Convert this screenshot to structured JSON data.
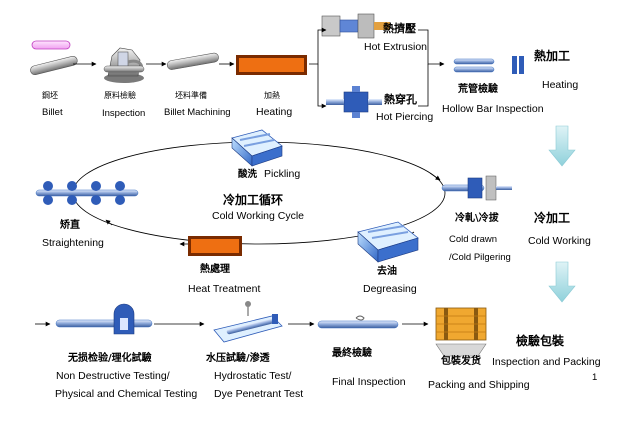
{
  "row1": {
    "billet": {
      "zh": "鋼坯",
      "en": "Billet"
    },
    "inspection": {
      "zh": "原料檢驗",
      "en": "Inspection"
    },
    "machining": {
      "zh": "坯料準備",
      "en": "Billet Machining"
    },
    "heating": {
      "zh": "加熱",
      "en": "Heating"
    },
    "hot_extrusion": {
      "zh": "熱擠壓",
      "en": "Hot Extrusion"
    },
    "hot_piercing": {
      "zh": "熱穿孔",
      "en": "Hot Piercing"
    },
    "hollow_bar_inspection": {
      "zh": "荒管檢驗",
      "en": "Hollow Bar Inspection"
    },
    "stage_heating": {
      "zh": "熱加工",
      "en": "Heating"
    }
  },
  "cycle": {
    "pickling": {
      "zh": "酸洗",
      "en": "Pickling"
    },
    "title": {
      "zh": "冷加工循环",
      "en": "Cold Working Cycle"
    },
    "cold_drawn": {
      "zh": "冷軋\\冷拔",
      "en1": "Cold drawn",
      "en2": "/Cold Pilgering"
    },
    "straightening": {
      "zh": "矫直",
      "en": "Straightening"
    },
    "heat_treatment": {
      "zh": "熱處理",
      "en": "Heat Treatment"
    },
    "degreasing": {
      "zh": "去油",
      "en": "Degreasing"
    },
    "stage_cold": {
      "zh": "冷加工",
      "en": "Cold Working"
    }
  },
  "row3": {
    "ndt": {
      "zh": "无损检验/理化試驗",
      "en1": "Non Destructive Testing/",
      "en2": "Physical and Chemical Testing"
    },
    "hydro": {
      "zh": "水压試驗/渗透",
      "en1": "Hydrostatic Test/",
      "en2": "Dye Penetrant Test"
    },
    "final": {
      "zh": "最終檢驗",
      "en": "Final Inspection"
    },
    "packing": {
      "zh": "包裝发货",
      "en": "Packing and Shipping"
    },
    "stage_inspection": {
      "zh": "檢驗包裝",
      "en": "Inspection and Packing"
    }
  },
  "page_number": "1",
  "colors": {
    "arrow_cyan": "#9fd8e0",
    "pipe_blue": "#3a6fc0",
    "heater_orange": "#e56a10",
    "furnace_rim": "#7a2b00"
  }
}
